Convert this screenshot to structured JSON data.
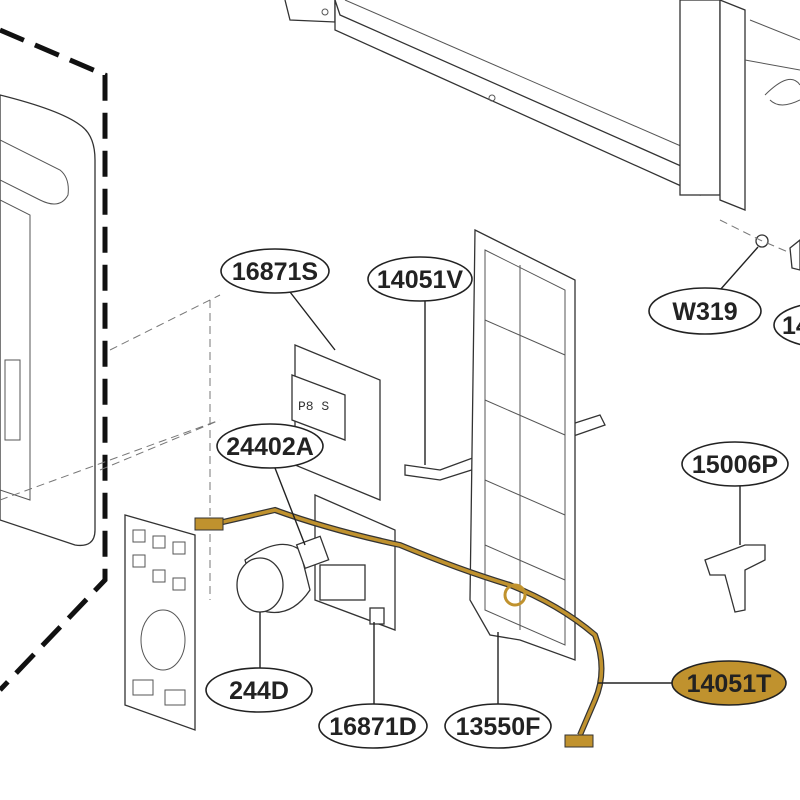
{
  "diagram": {
    "highlight_color": "#c0922e",
    "callouts": [
      {
        "id": "16871S",
        "label": "16871S"
      },
      {
        "id": "14051V",
        "label": "14051V"
      },
      {
        "id": "W319",
        "label": "W319"
      },
      {
        "id": "cut",
        "label": "14"
      },
      {
        "id": "24402A",
        "label": "24402A"
      },
      {
        "id": "15006P",
        "label": "15006P"
      },
      {
        "id": "244D",
        "label": "244D"
      },
      {
        "id": "16871D",
        "label": "16871D"
      },
      {
        "id": "13550F",
        "label": "13550F"
      },
      {
        "id": "14051T",
        "label": "14051T",
        "highlighted": true
      }
    ]
  }
}
